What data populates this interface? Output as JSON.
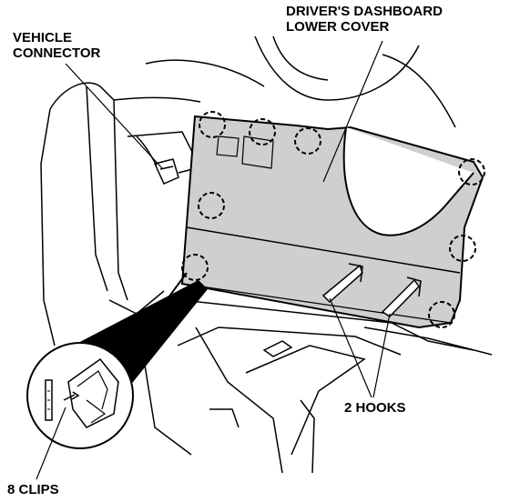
{
  "callouts": {
    "vehicle_connector": [
      "VEHICLE",
      "CONNECTOR"
    ],
    "dashboard_cover": [
      "DRIVER'S DASHBOARD",
      "LOWER COVER"
    ],
    "hooks": "2 HOOKS",
    "clips": "8 CLIPS"
  },
  "colors": {
    "cover_fill": "#cfcfcf",
    "line": "#000000",
    "background": "#ffffff"
  },
  "counts": {
    "clips": 8,
    "hooks": 2
  }
}
